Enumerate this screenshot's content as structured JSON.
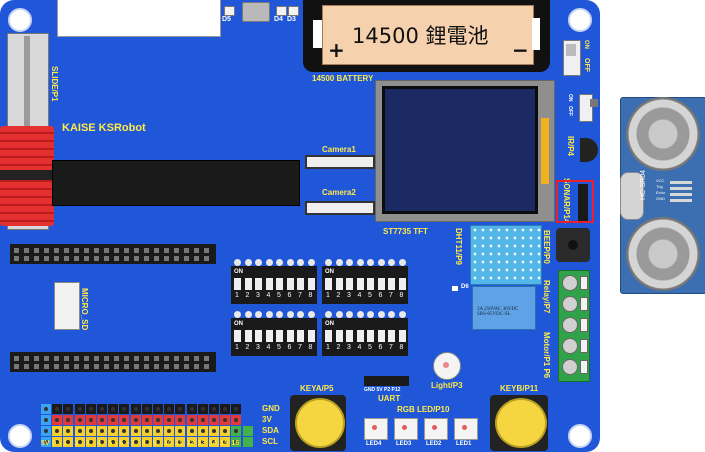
{
  "board": {
    "name": "KAISE KSRobot",
    "colors": {
      "pcb": "#1f57d8",
      "silk": "#ffe94a",
      "header": "#1b1b1b"
    }
  },
  "labels": {
    "slide": "SLIDE/P1",
    "d5": "D5",
    "d4": "D4",
    "d3": "D3",
    "battery_name": "14500 鋰電池",
    "battery_plus": "+",
    "battery_minus": "−",
    "battery_label": "14500 BATTERY",
    "power_on": "ON",
    "power_off": "OFF",
    "switch2_on": "ON",
    "switch2_off": "OFF",
    "ir": "IR/P4",
    "sonar": "SONAR/P14",
    "camera1": "Camera1",
    "camera2": "Camera2",
    "tft": "ST7735 TFT",
    "dht": "DHT11/P9",
    "beep": "BEEP/P0",
    "relay": "Relay/P7",
    "motor": "Motor/P1 P6",
    "d6": "D6",
    "micro_sd": "MICRO_SD",
    "dip_on": "ON",
    "relay_text": "3A 250VAC 30VDC\nSRS-05VDC-SL",
    "light": "Light/P3",
    "uart": "UART",
    "uart_pins": "GND 5V P2 P12",
    "keya": "KEYA/P5",
    "keyb": "KEYB/P11",
    "rgb": "RGB LED/P10",
    "rail_gnd": "GND",
    "rail_3v": "3V",
    "rail_sda": "SDA",
    "rail_scl": "SCL",
    "pin_numbers": [
      "5V",
      "0",
      "1",
      "2",
      "3",
      "4",
      "5",
      "6",
      "7",
      "8",
      "9",
      "10",
      "11",
      "12",
      "13",
      "14",
      "15",
      "16"
    ],
    "dip_numbers": [
      "1",
      "2",
      "3",
      "4",
      "5",
      "6",
      "7",
      "8"
    ],
    "leds": [
      "LED4",
      "LED3",
      "LED2",
      "LED1"
    ],
    "sonar_module": "HC-SR04",
    "sonar_pins": [
      "VCC",
      "Trig",
      "Echo",
      "GND"
    ]
  }
}
